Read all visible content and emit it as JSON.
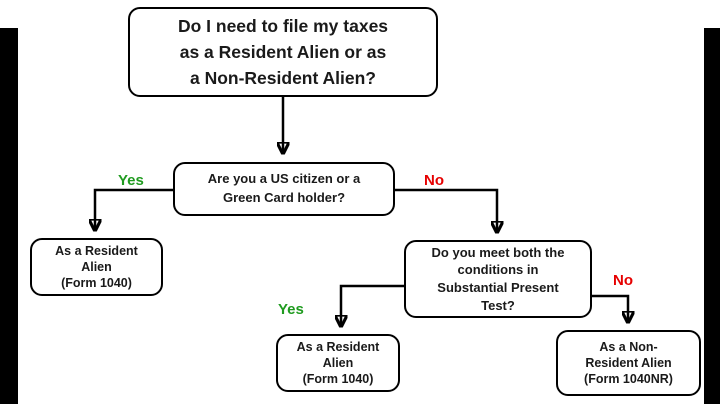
{
  "diagram": {
    "nodes": {
      "root": {
        "text": "Do I need to file my taxes\nas a Resident Alien or as\na Non-Resident Alien?"
      },
      "q_citizen": {
        "text": "Are you a US citizen or a\nGreen Card holder?"
      },
      "res_left": {
        "text": "As a Resident\nAlien\n(Form 1040)"
      },
      "q_spt": {
        "text": "Do you meet both the\nconditions in\nSubstantial Present\nTest?"
      },
      "res_mid": {
        "text": "As a Resident\nAlien\n(Form 1040)"
      },
      "res_nr": {
        "text": "As a Non-\nResident Alien\n(Form 1040NR)"
      }
    },
    "edges": {
      "yes1": "Yes",
      "no1": "No",
      "yes2": "Yes",
      "no2": "No"
    },
    "colors": {
      "yes": "#1f9b1f",
      "no": "#e60000",
      "box_border": "#000000",
      "box_fill": "#ffffff"
    }
  }
}
